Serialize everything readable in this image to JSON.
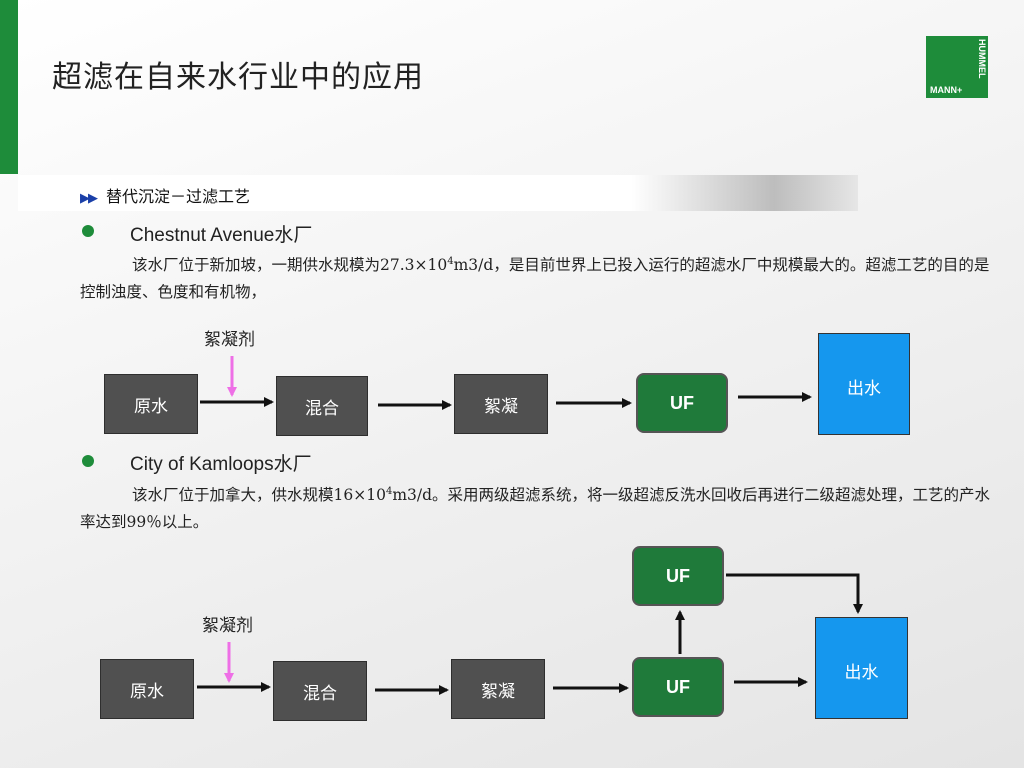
{
  "title": "超滤在自来水行业中的应用",
  "logo": {
    "line1": "HUMMEL",
    "line2": "MANN+"
  },
  "section": {
    "arrows": "▶▶",
    "label": "替代沉淀－过滤工艺"
  },
  "plants": [
    {
      "name": "Chestnut Avenue水厂",
      "desc_a": "该水厂位于新加坡，一期供水规模为27.3×10",
      "desc_sup": "4",
      "desc_b": "m3/d，是目前世界上已投入运行的超滤水厂中规模最大的。超滤工艺的目的是控制浊度、色度和有机物，"
    },
    {
      "name": "City of Kamloops水厂",
      "desc_a": "该水厂位于加拿大，供水规模16×10",
      "desc_sup": "4",
      "desc_b": "m3/d。采用两级超滤系统，将一级超滤反洗水回收后再进行二级超滤处理，工艺的产水率达到99％以上。"
    }
  ],
  "diagram1": {
    "coagulant": "絮凝剂",
    "raw": "原水",
    "mix": "混合",
    "floc": "絮凝",
    "uf": "UF",
    "out": "出水"
  },
  "diagram2": {
    "coagulant": "絮凝剂",
    "raw": "原水",
    "mix": "混合",
    "floc": "絮凝",
    "uf1": "UF",
    "uf2": "UF",
    "out": "出水"
  },
  "colors": {
    "brand_green": "#1e8c3a",
    "uf_green": "#1f7a3a",
    "out_blue": "#1597ee",
    "coagulant_arrow": "#ee6fe6"
  }
}
